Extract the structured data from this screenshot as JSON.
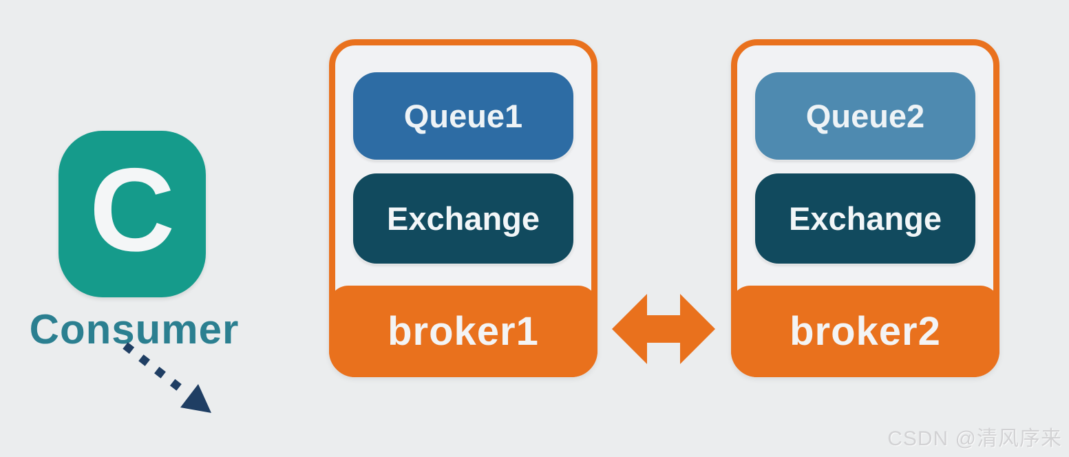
{
  "page": {
    "watermark": "CSDN @清风序来"
  },
  "consumer": {
    "icon_letter": "C",
    "label": "Consumer"
  },
  "brokers": [
    {
      "name": "broker1",
      "queue": "Queue1",
      "exchange": "Exchange"
    },
    {
      "name": "broker2",
      "queue": "Queue2",
      "exchange": "Exchange"
    }
  ],
  "link": {
    "type": "bidirectional-arrow",
    "between": [
      "broker1",
      "broker2"
    ]
  },
  "consumer_arrow": {
    "type": "dashed-arrow",
    "from": "Consumer",
    "direction": "down-right"
  },
  "colors": {
    "background": "#ebedee",
    "panel_background": "#f1f2f4",
    "orange": "#e9711d",
    "consumer_teal": "#159b8b",
    "consumer_label_teal": "#2b7f90",
    "arrow_navy": "#1f3e63",
    "queue1_blue": "#2d6ca4",
    "queue2_blue": "#4e8ab0",
    "exchange_teal": "#114a5e",
    "watermark_gray": "#d2d2d4"
  }
}
